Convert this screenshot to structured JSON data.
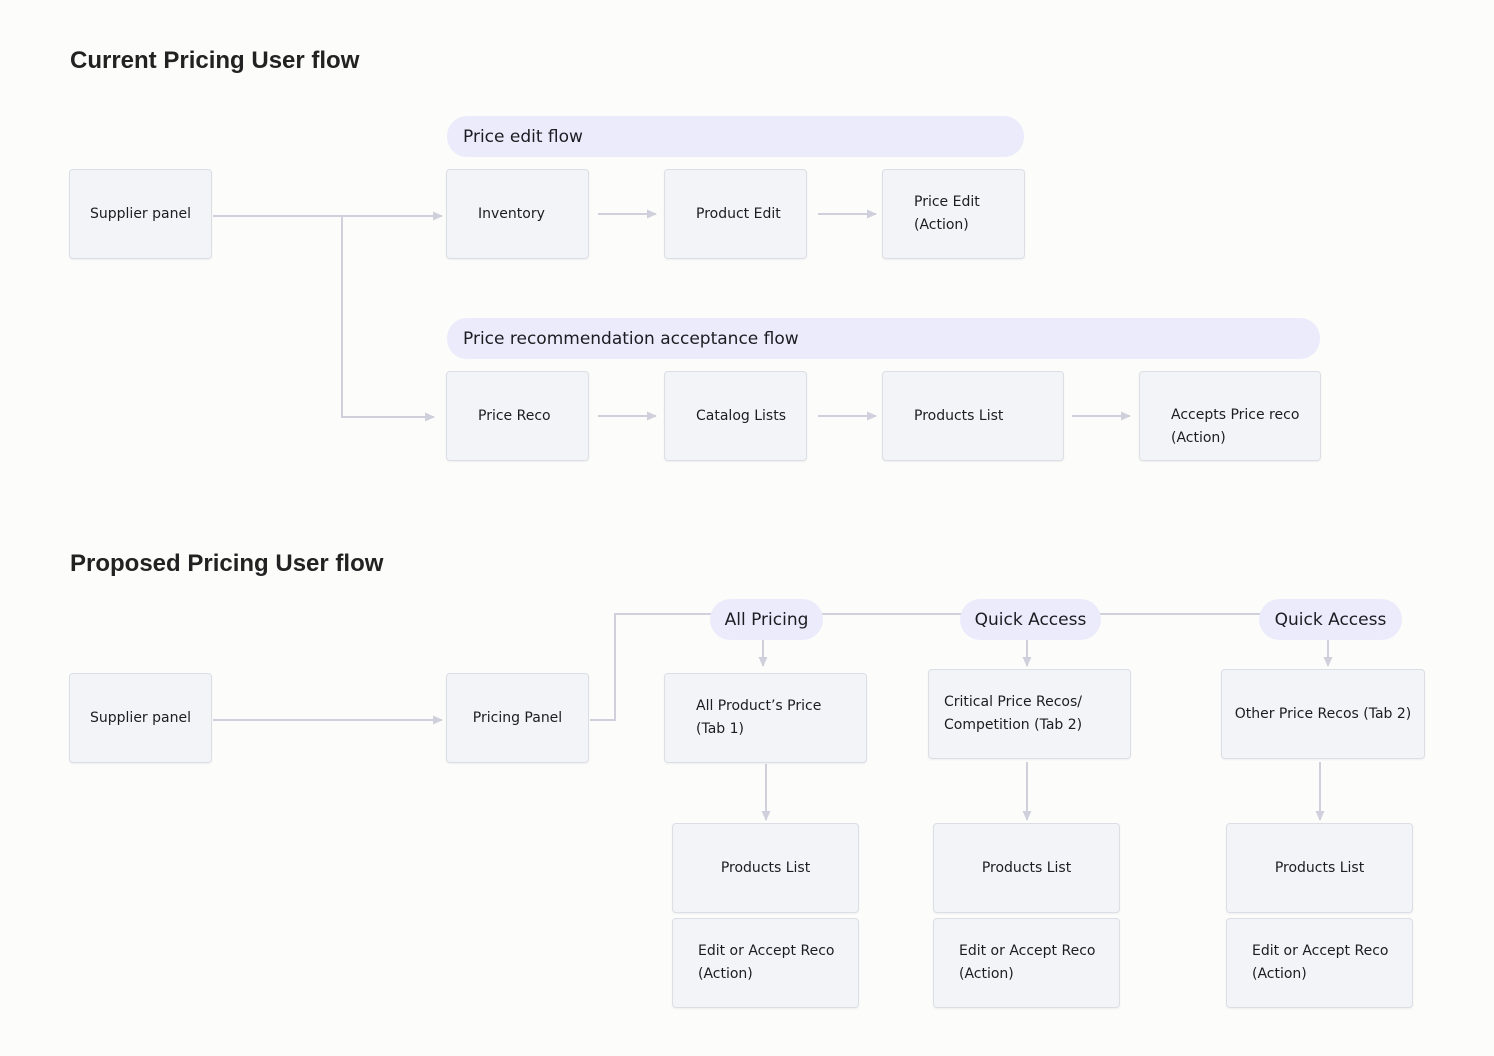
{
  "colors": {
    "background": "#fcfcfb",
    "node_fill": "#f3f4f8",
    "node_border": "#dcdee6",
    "band_fill": "#ebebfb",
    "connector": "#cfd0dc"
  },
  "current": {
    "title": "Current Pricing User flow",
    "supplier_panel": "Supplier panel",
    "edit_flow": {
      "label": "Price edit flow",
      "inventory": "Inventory",
      "product_edit": "Product Edit",
      "price_edit": [
        "Price Edit",
        "(Action)"
      ]
    },
    "reco_flow": {
      "label": "Price recommendation acceptance flow",
      "price_reco": "Price Reco",
      "catalog_lists": "Catalog Lists",
      "products_list": "Products List",
      "accepts_reco": [
        "Accepts Price reco",
        "(Action)"
      ]
    }
  },
  "proposed": {
    "title": "Proposed Pricing User flow",
    "supplier_panel": "Supplier panel",
    "pricing_panel": "Pricing Panel",
    "branches": [
      {
        "pill": "All Pricing",
        "tab": [
          "All Product’s Price",
          "(Tab 1)"
        ],
        "products_list": "Products List",
        "action": [
          "Edit or Accept Reco",
          "(Action)"
        ]
      },
      {
        "pill": "Quick Access",
        "tab": [
          "Critical Price Recos/",
          "Competition (Tab 2)"
        ],
        "products_list": "Products List",
        "action": [
          "Edit or Accept Reco",
          "(Action)"
        ]
      },
      {
        "pill": "Quick Access",
        "tab": [
          "Other Price Recos (Tab 2)"
        ],
        "products_list": "Products List",
        "action": [
          "Edit or Accept Reco",
          "(Action)"
        ]
      }
    ]
  }
}
